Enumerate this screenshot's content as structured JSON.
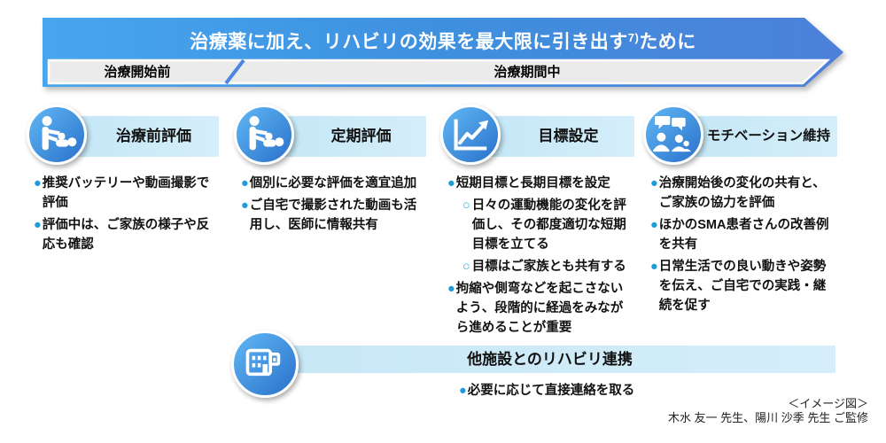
{
  "banner": {
    "title_main": "治療薬に加え、リハビリの効果を最大限に引き出す",
    "title_sup": "7)",
    "title_tail": "ために",
    "phase_before": "治療開始前",
    "phase_during": "治療期間中"
  },
  "columns": [
    {
      "icon": "caregiver-baby-icon",
      "title": "治療前評価",
      "bullets": [
        {
          "text": "推奨バッテリーや動画撮影で評価"
        },
        {
          "text": "評価中は、ご家族の様子や反応も確認"
        }
      ]
    },
    {
      "icon": "caregiver-baby-icon",
      "title": "定期評価",
      "bullets": [
        {
          "text": "個別に必要な評価を適宜追加"
        },
        {
          "text": "ご自宅で撮影された動画も活用し、医師に情報共有"
        }
      ]
    },
    {
      "icon": "growth-chart-icon",
      "title": "目標設定",
      "bullets": [
        {
          "text": "短期目標と長期目標を設定",
          "subs": [
            "日々の運動機能の変化を評価し、その都度適切な短期目標を立てる",
            "目標はご家族とも共有する"
          ]
        },
        {
          "text": "拘縮や側弯などを起こさないよう、段階的に経過をみながら進めることが重要"
        }
      ]
    },
    {
      "icon": "conversation-icon",
      "title": "モチベーション維持",
      "bullets": [
        {
          "text": "治療開始後の変化の共有と、ご家族の協力を評価"
        },
        {
          "text": "ほかのSMA患者さんの改善例を共有"
        },
        {
          "text": "日常生活での良い動きや姿勢を伝え、ご自宅での実践・継続を促す"
        }
      ]
    }
  ],
  "bottom_row": {
    "icon": "facility-building-icon",
    "title": "他施設とのリハビリ連携",
    "bullets": [
      {
        "text": "必要に応じて直接連絡を取る"
      }
    ]
  },
  "footer": {
    "line1": "＜イメージ図＞",
    "line2": "木水 友一 先生、陽川 沙季 先生 ご監修"
  },
  "colors": {
    "banner_gradient_left": "#47a6ee",
    "banner_gradient_mid": "#3e90de",
    "banner_gradient_right": "#4d80d9",
    "phase_bar_bg": "#ebebeb",
    "divider_slash": "#4c86e2",
    "circle_gradient_light": "#5bb1f0",
    "circle_gradient_dark": "#2d74cd",
    "title_bar_bg": "#c9e8f7",
    "bullet_dot": "#1e9cd8",
    "sub_ring": "#2ea6de",
    "text": "#111111"
  }
}
